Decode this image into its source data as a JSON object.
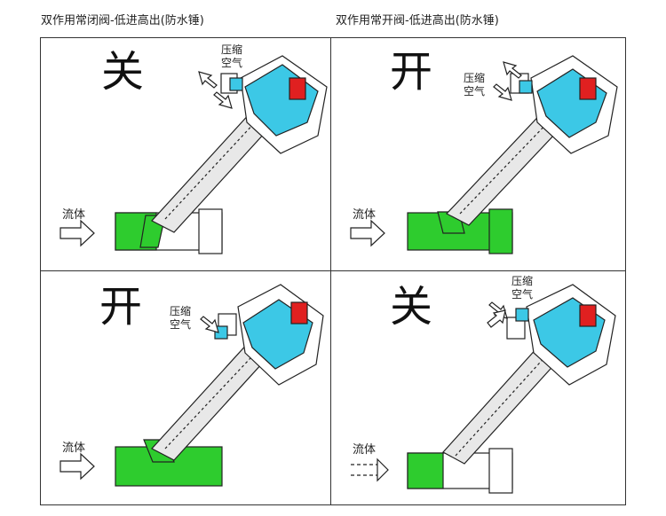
{
  "headings": {
    "normally_closed": "双作用常闭阀-低进高出(防水锤)",
    "normally_open": "双作用常开阀-低进高出(防水锤)"
  },
  "panels": [
    {
      "state": "关",
      "air_line1": "压缩",
      "air_line2": "空气",
      "fluid": "流体"
    },
    {
      "state": "开",
      "air_line1": "压缩",
      "air_line2": "空气",
      "fluid": "流体"
    },
    {
      "state": "开",
      "air_line1": "压缩",
      "air_line2": "空气",
      "fluid": "流体"
    },
    {
      "state": "关",
      "air_line1": "压缩",
      "air_line2": "空气",
      "fluid": "流体"
    }
  ],
  "colors": {
    "air": "#3cc8e6",
    "fluid": "#2ecc2e",
    "spring": "#e02020",
    "line": "#222222"
  }
}
